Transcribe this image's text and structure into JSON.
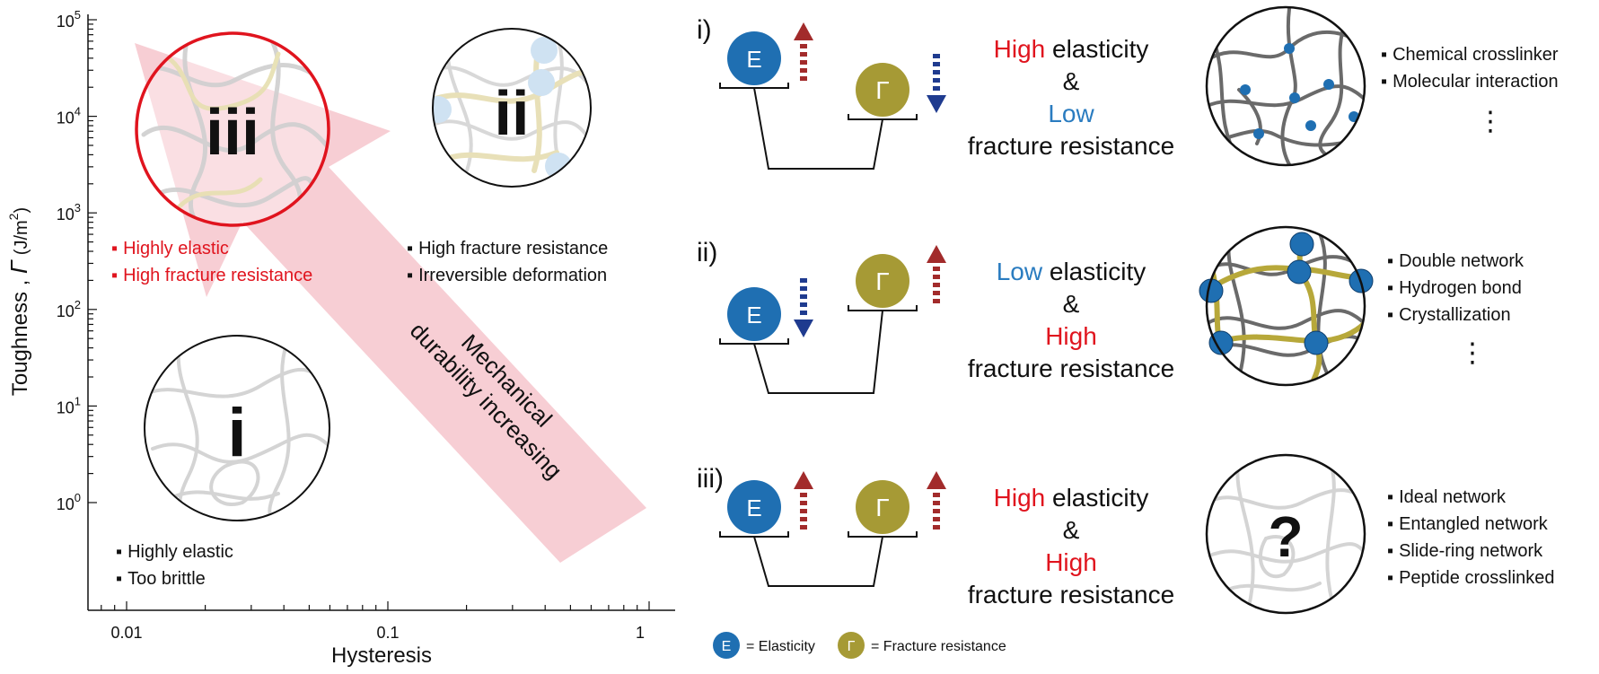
{
  "colors": {
    "red": "#e0141e",
    "blue": "#2a7cc0",
    "elasticity_circle": "#1f6fb2",
    "fracture_circle": "#a69a35",
    "arrow_up": "#a22b2b",
    "arrow_down": "#1f3b8f",
    "big_arrow": "#f6c9cf",
    "network_grey": "#666666",
    "network_light": "#cfcfcf",
    "network_yellow": "#b7a83a",
    "node_blue": "#1f6fb2"
  },
  "plot": {
    "ylabel_main": "Toughness , ",
    "ylabel_symbol": "Γ",
    "ylabel_unit": "(J/m",
    "ylabel_exp": "2",
    "ylabel_close": ")",
    "xlabel": "Hysteresis",
    "y_ticks": [
      {
        "base": "10",
        "exp": "5"
      },
      {
        "base": "10",
        "exp": "4"
      },
      {
        "base": "10",
        "exp": "3"
      },
      {
        "base": "10",
        "exp": "2"
      },
      {
        "base": "10",
        "exp": "1"
      },
      {
        "base": "10",
        "exp": "0"
      }
    ],
    "x_ticks": [
      "0.01",
      "0.1",
      "1"
    ],
    "arrow_text_line1": "Mechanical",
    "arrow_text_line2": "durability increasing",
    "circle_iii_label": "iii",
    "circle_ii_label": "ii",
    "circle_i_label": "i",
    "iii_bullets": [
      "Highly elastic",
      "High fracture resistance"
    ],
    "ii_bullets": [
      "High fracture resistance",
      "Irreversible deformation"
    ],
    "i_bullets": [
      "Highly elastic",
      "Too brittle"
    ],
    "bullet": "▪"
  },
  "cases": [
    {
      "label": "i)",
      "e_symbol": "E",
      "g_symbol": "Γ",
      "line1_word": "High",
      "line1_rest": " elasticity",
      "amp": "&",
      "line3": "Low",
      "line4": "fracture resistance",
      "examples": [
        "Chemical crosslinker",
        "Molecular interaction"
      ],
      "more": "⋮"
    },
    {
      "label": "ii)",
      "e_symbol": "E",
      "g_symbol": "Γ",
      "line1_word": "Low",
      "line1_rest": " elasticity",
      "amp": "&",
      "line3": "High",
      "line4": "fracture resistance",
      "examples": [
        "Double network",
        "Hydrogen bond",
        "Crystallization"
      ],
      "more": "⋮"
    },
    {
      "label": "iii)",
      "e_symbol": "E",
      "g_symbol": "Γ",
      "line1_word": "High",
      "line1_rest": " elasticity",
      "amp": "&",
      "line3": "High",
      "line4": "fracture resistance",
      "examples": [
        "Ideal network",
        "Entangled network",
        "Slide-ring network",
        "Peptide crosslinked"
      ],
      "question": "?"
    }
  ],
  "legend": {
    "e_symbol": "E",
    "e_text": "= Elasticity",
    "g_symbol": "Γ",
    "g_text": "= Fracture resistance"
  }
}
